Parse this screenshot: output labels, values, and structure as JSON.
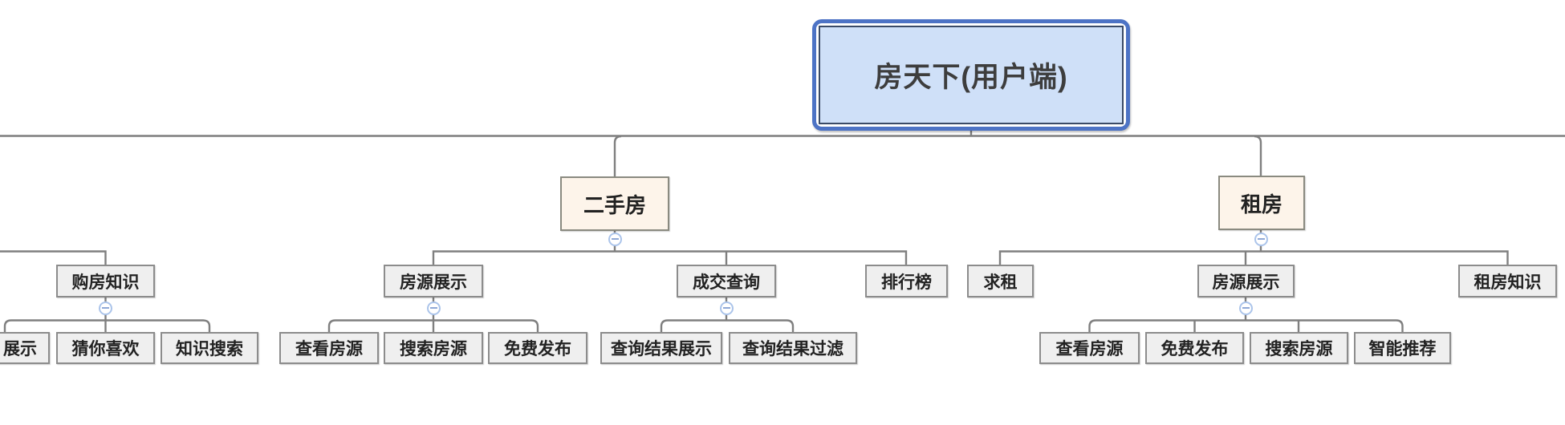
{
  "title": "房天下(用户端)",
  "colors": {
    "connector": "#7f7f7f",
    "root_fill": "#cfe0f8",
    "root_selection": "#4d73c5",
    "root_border": "#3a4a66",
    "branch_fill": "#fdf4ea",
    "branch_border": "#8a8a80",
    "node_fill": "#efefef",
    "node_border": "#8c8c8c",
    "collapse_border": "#abc4ea",
    "collapse_minus": "#8fa8d6",
    "text": "#222222"
  },
  "tree": {
    "label": "房天下(用户端)",
    "children": [
      {
        "label": "",
        "offscreen_left": true,
        "children": [
          {
            "label": "购房知识",
            "collapse_icon": true,
            "children": [
              {
                "label": "展示",
                "clipped_left": true
              },
              {
                "label": "猜你喜欢"
              },
              {
                "label": "知识搜索"
              }
            ]
          }
        ]
      },
      {
        "label": "二手房",
        "collapse_icon": true,
        "children": [
          {
            "label": "房源展示",
            "collapse_icon": true,
            "children": [
              {
                "label": "查看房源"
              },
              {
                "label": "搜索房源"
              },
              {
                "label": "免费发布"
              }
            ]
          },
          {
            "label": "成交查询",
            "collapse_icon": true,
            "children": [
              {
                "label": "查询结果展示"
              },
              {
                "label": "查询结果过滤"
              }
            ]
          },
          {
            "label": "排行榜"
          }
        ]
      },
      {
        "label": "租房",
        "collapse_icon": true,
        "children": [
          {
            "label": "求租"
          },
          {
            "label": "房源展示",
            "collapse_icon": true,
            "children": [
              {
                "label": "查看房源"
              },
              {
                "label": "免费发布"
              },
              {
                "label": "搜索房源"
              },
              {
                "label": "智能推荐"
              }
            ]
          },
          {
            "label": "租房知识"
          }
        ]
      }
    ]
  }
}
